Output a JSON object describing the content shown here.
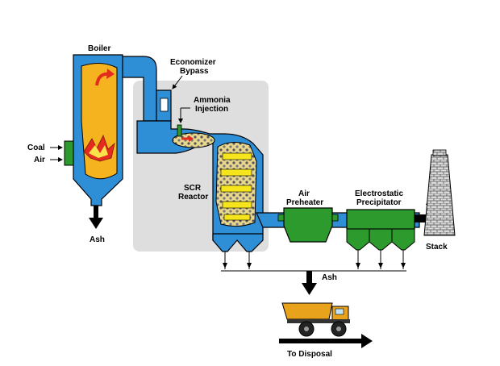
{
  "labels": {
    "boiler": "Boiler",
    "economizer_bypass_1": "Economizer",
    "economizer_bypass_2": "Bypass",
    "ammonia_1": "Ammonia",
    "ammonia_2": "Injection",
    "coal": "Coal",
    "air": "Air",
    "scr_1": "SCR",
    "scr_2": "Reactor",
    "air_preheater_1": "Air",
    "air_preheater_2": "Preheater",
    "esp_1": "Electrostatic",
    "esp_2": "Precipitator",
    "stack": "Stack",
    "ash_boiler": "Ash",
    "ash_collector": "Ash",
    "to_disposal": "To Disposal"
  },
  "colors": {
    "duct": "#2f8fd6",
    "outline": "#000000",
    "fire": "#f6b320",
    "flame": "#e52b1e",
    "scr_zone": "#dedede",
    "equipment": "#2d9a2d",
    "catalyst": "#f6e51d",
    "truck": "#e8a21c"
  },
  "icons": {
    "stack": "brick-stack-icon",
    "truck": "dump-truck-icon"
  }
}
